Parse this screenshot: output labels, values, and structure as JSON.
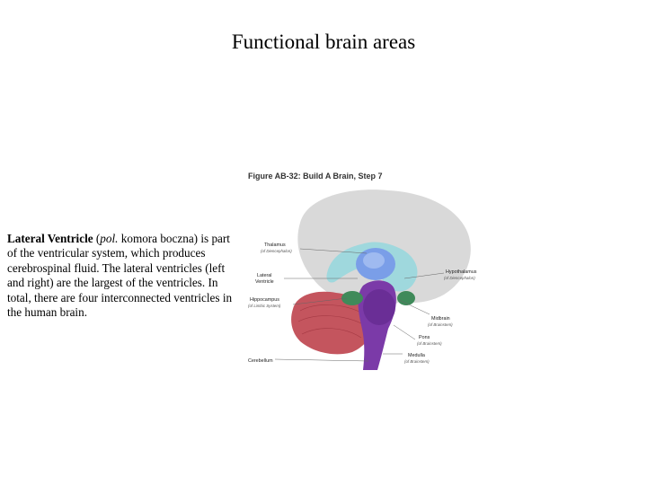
{
  "slide": {
    "title": "Functional brain areas"
  },
  "description": {
    "term": "Lateral Ventricle",
    "paren_open": " (",
    "translation": "pol.",
    "translation_rest": " komora boczna)",
    "body": " is part of the ventricular system, which produces cerebrospinal fluid. The lateral ventricles (left and right) are the largest of the ventricles. In total, there are four interconnected ventricles in the human brain."
  },
  "figure": {
    "title": "Figure AB-32: Build A Brain, Step 7",
    "labels": {
      "thalamus": "Thalamus",
      "thalamus_sub": "(of Diencephalon)",
      "lateral_1": "Lateral",
      "lateral_2": "Ventricle",
      "hippocampus": "Hippocampus",
      "hippocampus_sub": "(of Limbic System)",
      "cerebellum": "Cerebellum",
      "hypothalamus": "Hypothalamus",
      "hypothalamus_sub": "(of Diencephalon)",
      "midbrain": "Midbrain",
      "midbrain_sub": "(of Brainstem)",
      "pons": "Pons",
      "pons_sub": "(of Brainstem)",
      "medulla": "Medulla",
      "medulla_sub": "(of Brainstem)"
    },
    "colors": {
      "cortex": "#d9d9d9",
      "lateral_ventricle": "#9fd8dd",
      "thalamus": "#7a9ee8",
      "hippocampus": "#3f8a5a",
      "cerebellum": "#c4555e",
      "brainstem": "#7b3aa8"
    }
  }
}
